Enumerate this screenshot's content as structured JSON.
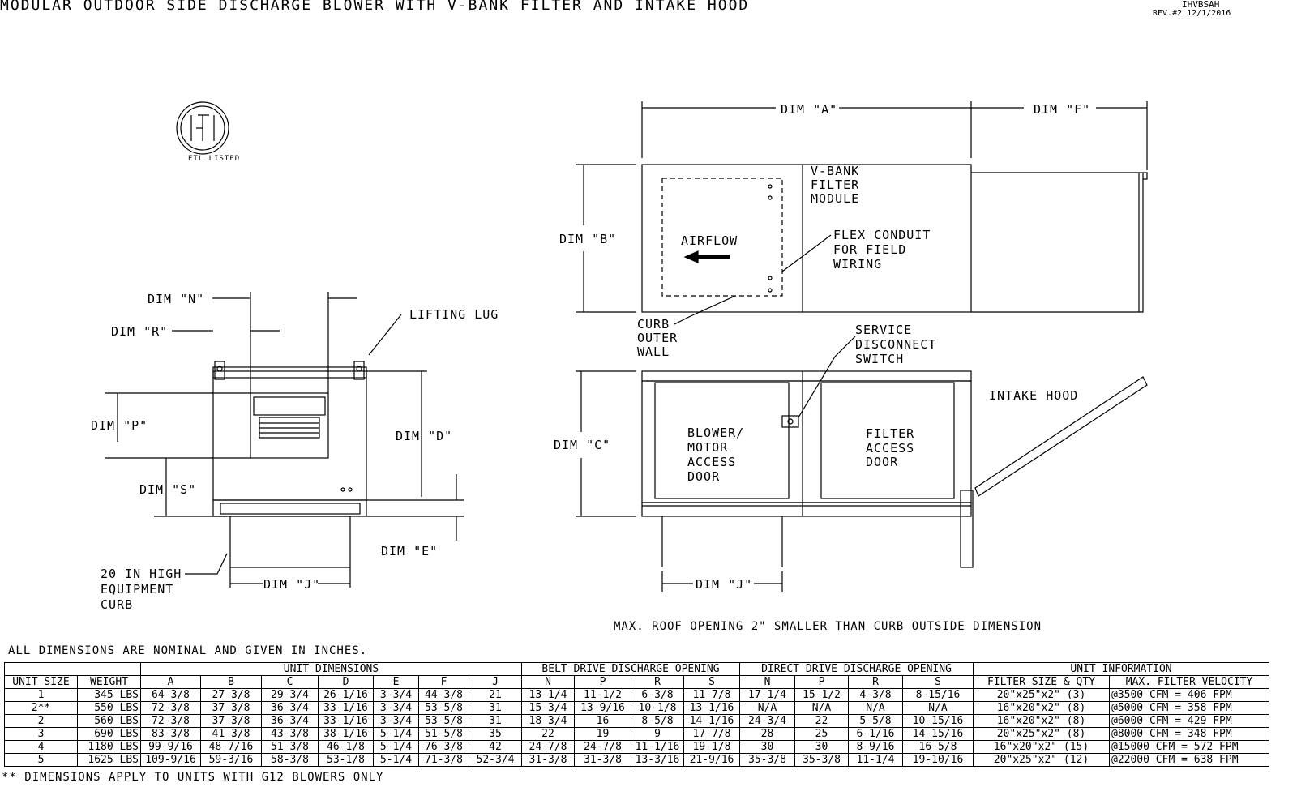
{
  "header": {
    "title": "MODULAR OUTDOOR SIDE DISCHARGE BLOWER WITH V-BANK FILTER AND INTAKE HOOD",
    "code": "IHVBSAH",
    "revision": "REV.#2   12/1/2016"
  },
  "logo": {
    "text": "ETL LISTED"
  },
  "side_view": {
    "dim_n": "DIM \"N\"",
    "dim_r": "DIM \"R\"",
    "dim_p": "DIM \"P\"",
    "dim_s": "DIM \"S\"",
    "dim_d": "DIM \"D\"",
    "dim_e": "DIM \"E\"",
    "dim_j": "DIM \"J\"",
    "lifting_lug": "LIFTING LUG",
    "curb_note": [
      "20 IN HIGH",
      "EQUIPMENT",
      "CURB"
    ]
  },
  "plan_view": {
    "dim_a": "DIM \"A\"",
    "dim_f": "DIM \"F\"",
    "dim_b": "DIM \"B\"",
    "airflow": "AIRFLOW",
    "filter_module": [
      "V-BANK",
      "FILTER",
      "MODULE"
    ],
    "flex_conduit": [
      "FLEX CONDUIT",
      "FOR FIELD",
      "WIRING"
    ],
    "curb_wall": [
      "CURB",
      "OUTER",
      "WALL"
    ]
  },
  "front_view": {
    "dim_c": "DIM \"C\"",
    "dim_j": "DIM \"J\"",
    "service_switch": [
      "SERVICE",
      "DISCONNECT",
      "SWITCH"
    ],
    "intake_hood": "INTAKE HOOD",
    "blower_door": [
      "BLOWER/",
      "MOTOR",
      "ACCESS",
      "DOOR"
    ],
    "filter_door": [
      "FILTER",
      "ACCESS",
      "DOOR"
    ]
  },
  "notes": {
    "roof_opening": "MAX. ROOF OPENING 2\" SMALLER THAN CURB OUTSIDE DIMENSION",
    "nominal": "ALL DIMENSIONS ARE NOMINAL AND GIVEN IN INCHES.",
    "g12": "** DIMENSIONS APPLY TO UNITS WITH G12 BLOWERS ONLY"
  },
  "table": {
    "groups": [
      "UNIT DIMENSIONS",
      "BELT DRIVE DISCHARGE OPENING",
      "DIRECT DRIVE DISCHARGE OPENING",
      "UNIT INFORMATION"
    ],
    "columns": [
      "UNIT SIZE",
      "WEIGHT",
      "A",
      "B",
      "C",
      "D",
      "E",
      "F",
      "J",
      "N",
      "P",
      "R",
      "S",
      "N",
      "P",
      "R",
      "S",
      "FILTER SIZE & QTY",
      "MAX. FILTER VELOCITY"
    ],
    "rows": [
      [
        "1",
        "345 LBS",
        "64-3/8",
        "27-3/8",
        "29-3/4",
        "26-1/16",
        "3-3/4",
        "44-3/8",
        "21",
        "13-1/4",
        "11-1/2",
        "6-3/8",
        "11-7/8",
        "17-1/4",
        "15-1/2",
        "4-3/8",
        "8-15/16",
        "20\"x25\"x2\" (3)",
        "@3500 CFM = 406 FPM"
      ],
      [
        "2**",
        "550 LBS",
        "72-3/8",
        "37-3/8",
        "36-3/4",
        "33-1/16",
        "3-3/4",
        "53-5/8",
        "31",
        "15-3/4",
        "13-9/16",
        "10-1/8",
        "13-1/16",
        "N/A",
        "N/A",
        "N/A",
        "N/A",
        "16\"x20\"x2\" (8)",
        "@5000 CFM = 358 FPM"
      ],
      [
        "2",
        "560 LBS",
        "72-3/8",
        "37-3/8",
        "36-3/4",
        "33-1/16",
        "3-3/4",
        "53-5/8",
        "31",
        "18-3/4",
        "16",
        "8-5/8",
        "14-1/16",
        "24-3/4",
        "22",
        "5-5/8",
        "10-15/16",
        "16\"x20\"x2\" (8)",
        "@6000 CFM = 429 FPM"
      ],
      [
        "3",
        "690 LBS",
        "83-3/8",
        "41-3/8",
        "43-3/8",
        "38-1/16",
        "5-1/4",
        "51-5/8",
        "35",
        "22",
        "19",
        "9",
        "17-7/8",
        "28",
        "25",
        "6-1/16",
        "14-15/16",
        "20\"x25\"x2\" (8)",
        "@8000 CFM = 348 FPM"
      ],
      [
        "4",
        "1180 LBS",
        "99-9/16",
        "48-7/16",
        "51-3/8",
        "46-1/8",
        "5-1/4",
        "76-3/8",
        "42",
        "24-7/8",
        "24-7/8",
        "11-1/16",
        "19-1/8",
        "30",
        "30",
        "8-9/16",
        "16-5/8",
        "16\"x20\"x2\" (15)",
        "@15000 CFM = 572 FPM"
      ],
      [
        "5",
        "1625 LBS",
        "109-9/16",
        "59-3/16",
        "58-3/8",
        "53-1/8",
        "5-1/4",
        "71-3/8",
        "52-3/4",
        "31-3/8",
        "31-3/8",
        "13-3/16",
        "21-9/16",
        "35-3/8",
        "35-3/8",
        "11-1/4",
        "19-10/16",
        "20\"x25\"x2\" (12)",
        "@22000 CFM = 638 FPM"
      ]
    ]
  }
}
